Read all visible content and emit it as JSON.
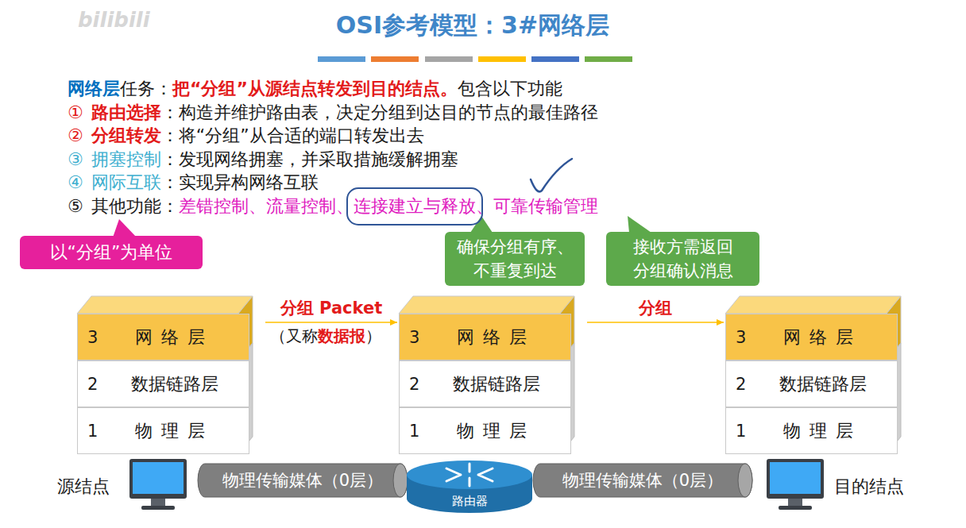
{
  "diagram": {
    "title": "OSI参考模型：3#网络层",
    "nodes": [
      {
        "text": [
          "以“分组”为单位"
        ]
      },
      {
        "text": [
          "确保分组有序、不重复到达"
        ]
      },
      {
        "text": [
          "接收方需返回分组确认消息"
        ]
      },
      {
        "text": [
          "3",
          "网络层"
        ]
      },
      {
        "text": [
          "2",
          "数据链路层"
        ]
      },
      {
        "text": [
          "1",
          "物理层"
        ]
      },
      {
        "text": [
          "3",
          "网络层"
        ]
      },
      {
        "text": [
          "2",
          "数据链路层"
        ]
      },
      {
        "text": [
          "1",
          "物理层"
        ]
      },
      {
        "text": [
          "3",
          "网络层"
        ]
      },
      {
        "text": [
          "2",
          "数据链路层"
        ]
      },
      {
        "text": [
          "1",
          "物理层"
        ]
      },
      {
        "text": [
          "物理传输媒体（0层）"
        ]
      },
      {
        "text": [
          "路由器"
        ]
      },
      {
        "text": [
          "物理传输媒体（0层）"
        ]
      }
    ],
    "edges": [
      {
        "from": 3,
        "to": 6,
        "arrow": "to",
        "label": "分组 Packet"
      },
      {
        "from": 6,
        "to": 9,
        "arrow": "to",
        "label": "分组"
      }
    ],
    "labels": [
      "bilibili",
      "网络层",
      "任务：",
      "把“分组”从源结点转发到目的结点。",
      "包含以下功能",
      "①",
      "路由选择",
      "：构造并维护路由表，决定分组到达目的节点的最佳路径",
      "②",
      "分组转发",
      "：将“分组”从合适的端口转发出去",
      "③",
      "拥塞控制",
      "：发现网络拥塞，并采取措施缓解拥塞",
      "④",
      "网际互联",
      "：实现异构网络互联",
      "⑤",
      "其他功能：",
      "差错控制、流量控制、",
      "连接建立与释放",
      "、可靠传输管理",
      "（又称",
      "数据报",
      "）",
      "源结点",
      "目的结点"
    ]
  }
}
